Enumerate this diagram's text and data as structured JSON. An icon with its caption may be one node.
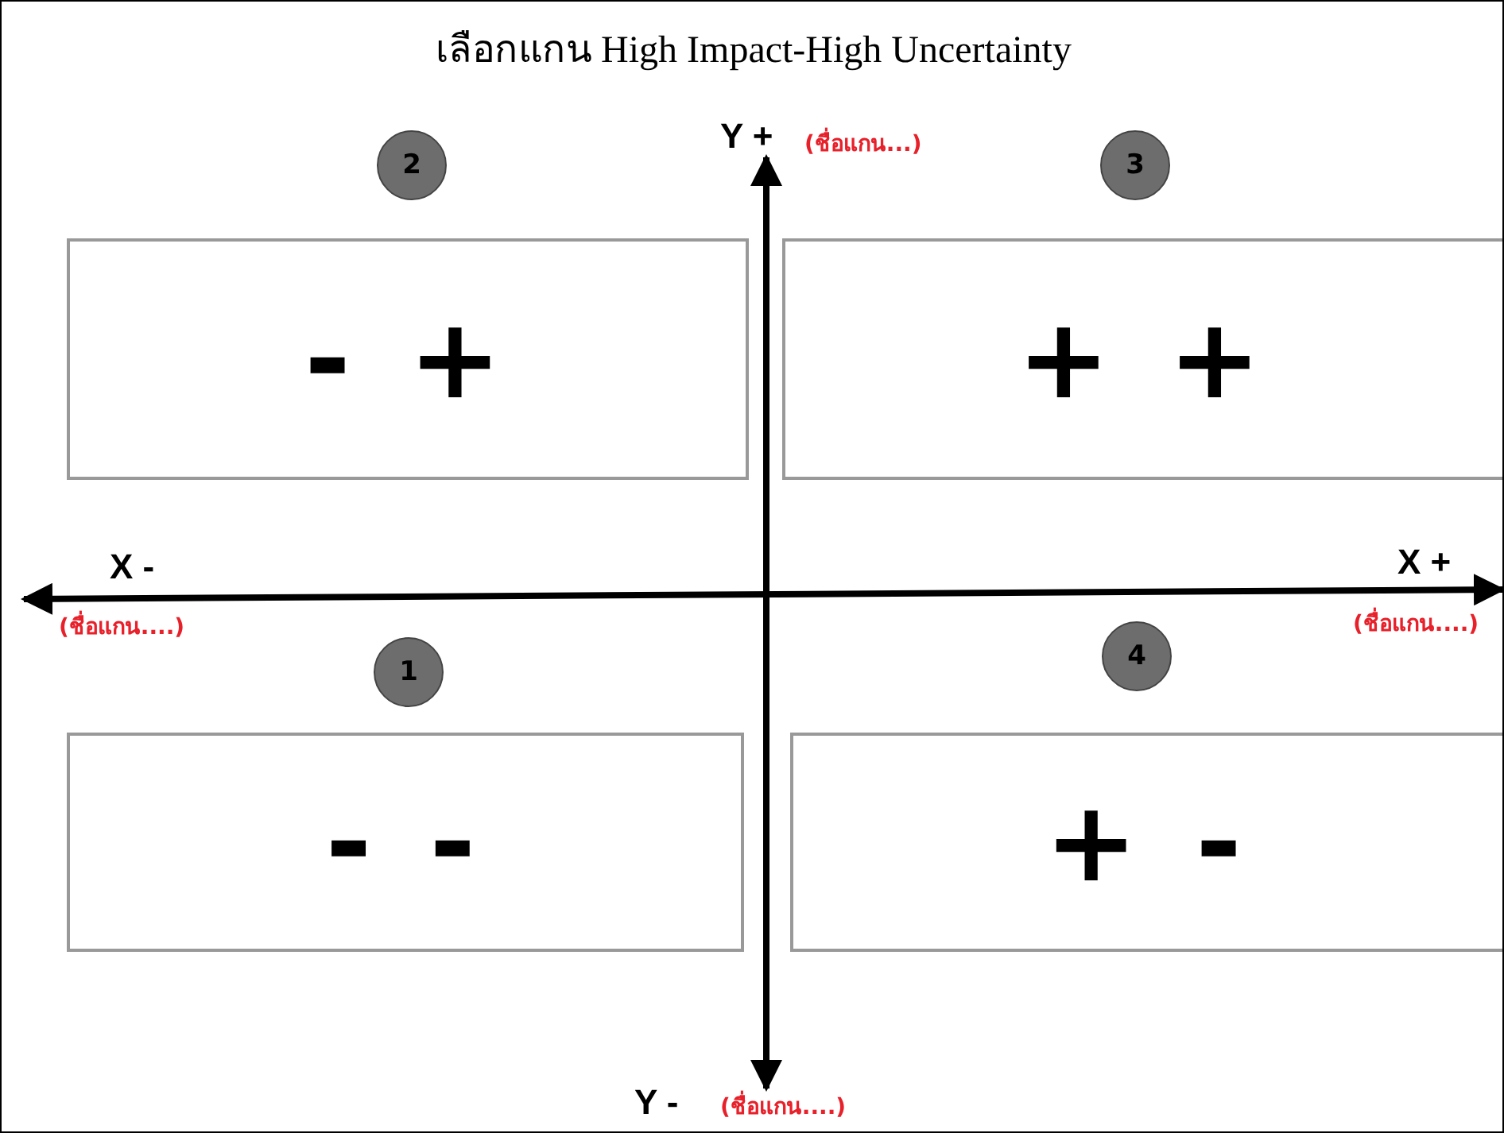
{
  "diagram": {
    "title": "เลือกแกน High Impact-High Uncertainty",
    "nodes": [
      {
        "text": [
          "2"
        ]
      },
      {
        "text": [
          "- +"
        ]
      },
      {
        "text": [
          "3"
        ]
      },
      {
        "text": [
          "+ +"
        ]
      },
      {
        "text": [
          "1"
        ]
      },
      {
        "text": [
          "- -"
        ]
      },
      {
        "text": [
          "4"
        ]
      },
      {
        "text": [
          "+ -"
        ]
      }
    ],
    "labels": [
      "Y +",
      "(ชื่อแกน...)",
      "X -",
      "X +",
      "(ชื่อแกน....)",
      "(ชื่อแกน....)",
      "Y -",
      "(ชื่อแกน....)"
    ]
  }
}
